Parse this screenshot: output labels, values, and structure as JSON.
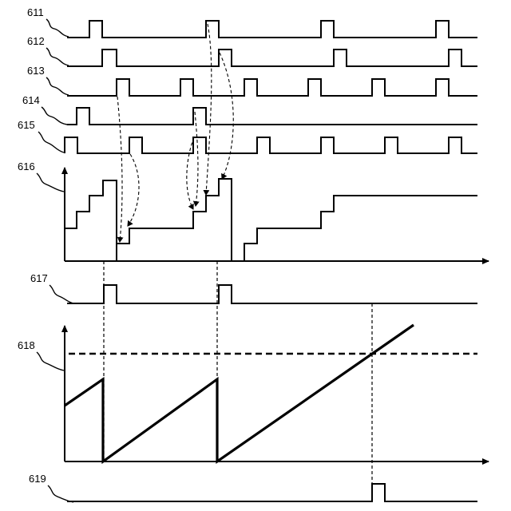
{
  "labels": {
    "s611": "611",
    "s612": "612",
    "s613": "613",
    "s614": "614",
    "s615": "615",
    "s616": "616",
    "s617": "617",
    "s618": "618",
    "s619": "619"
  }
}
